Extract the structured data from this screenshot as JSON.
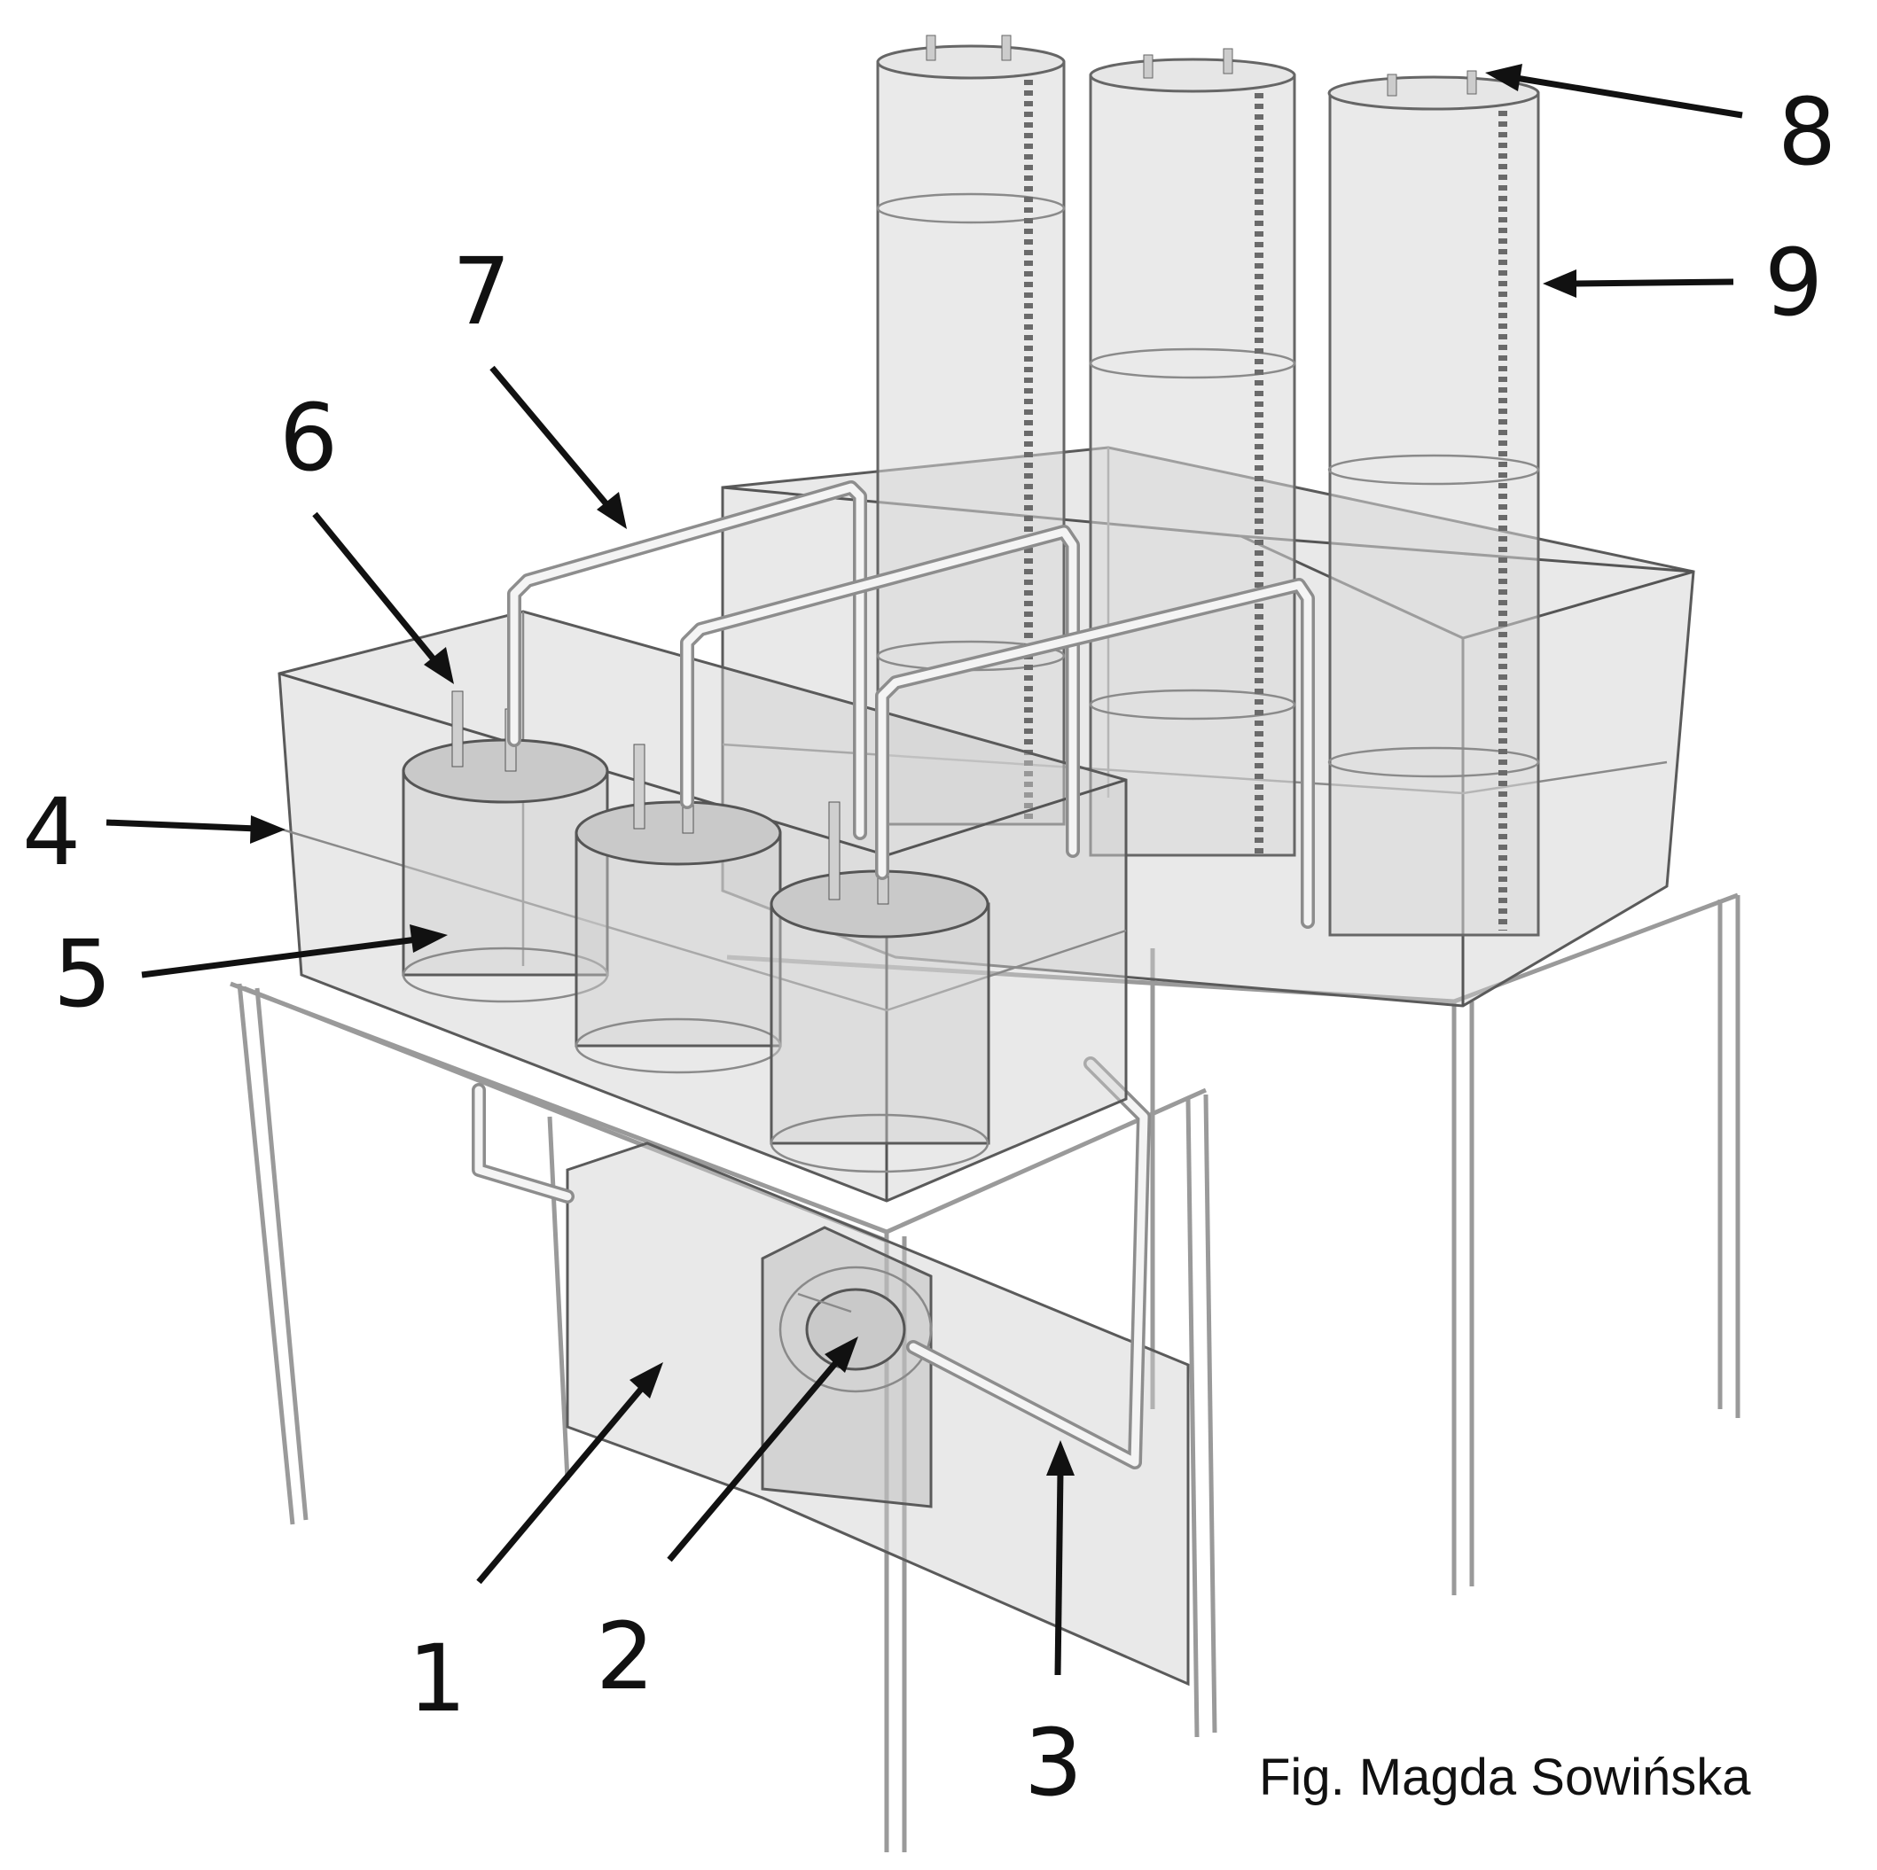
{
  "labels": {
    "n1": "1",
    "n2": "2",
    "n3": "3",
    "n4": "4",
    "n5": "5",
    "n6": "6",
    "n7": "7",
    "n8": "8",
    "n9": "9"
  },
  "credit": "Fig. Magda Sowińska"
}
